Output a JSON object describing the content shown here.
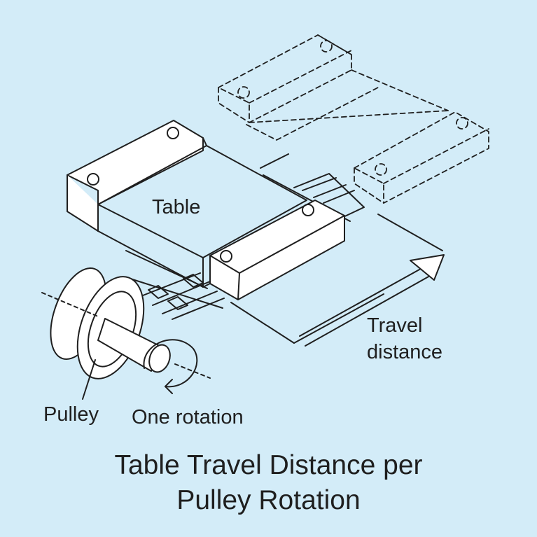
{
  "labels": {
    "table": "Table",
    "travel_line1": "Travel",
    "travel_line2": "distance",
    "pulley": "Pulley",
    "one_rotation": "One rotation"
  },
  "caption": {
    "line1": "Table Travel Distance per",
    "line2": "Pulley Rotation"
  },
  "colors": {
    "background": "#d3ecf8",
    "line": "#1f1f1f",
    "fill": "#ffffff"
  }
}
